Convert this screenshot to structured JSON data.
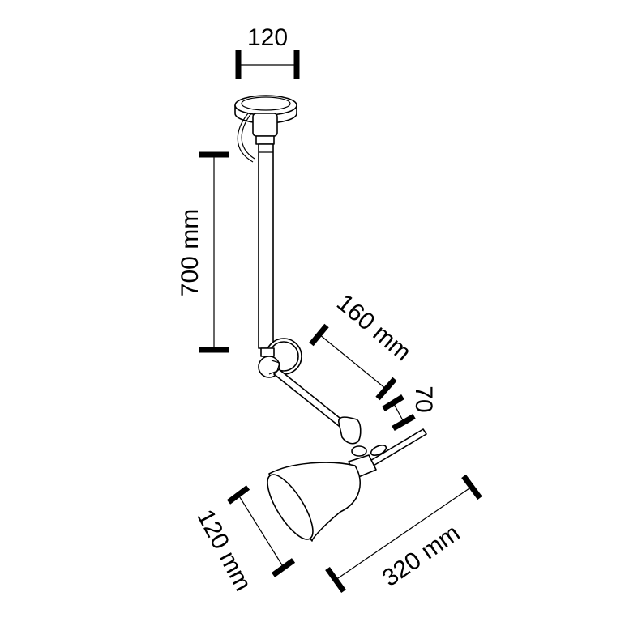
{
  "diagram": {
    "dimensions": {
      "canopy_width": "120",
      "rod_length": "700 mm",
      "arm_length": "160 mm",
      "arm_offset": "70",
      "shade_diameter": "120 mm",
      "shade_length": "320 mm"
    },
    "colors": {
      "line": "#000000",
      "background": "#ffffff"
    }
  }
}
